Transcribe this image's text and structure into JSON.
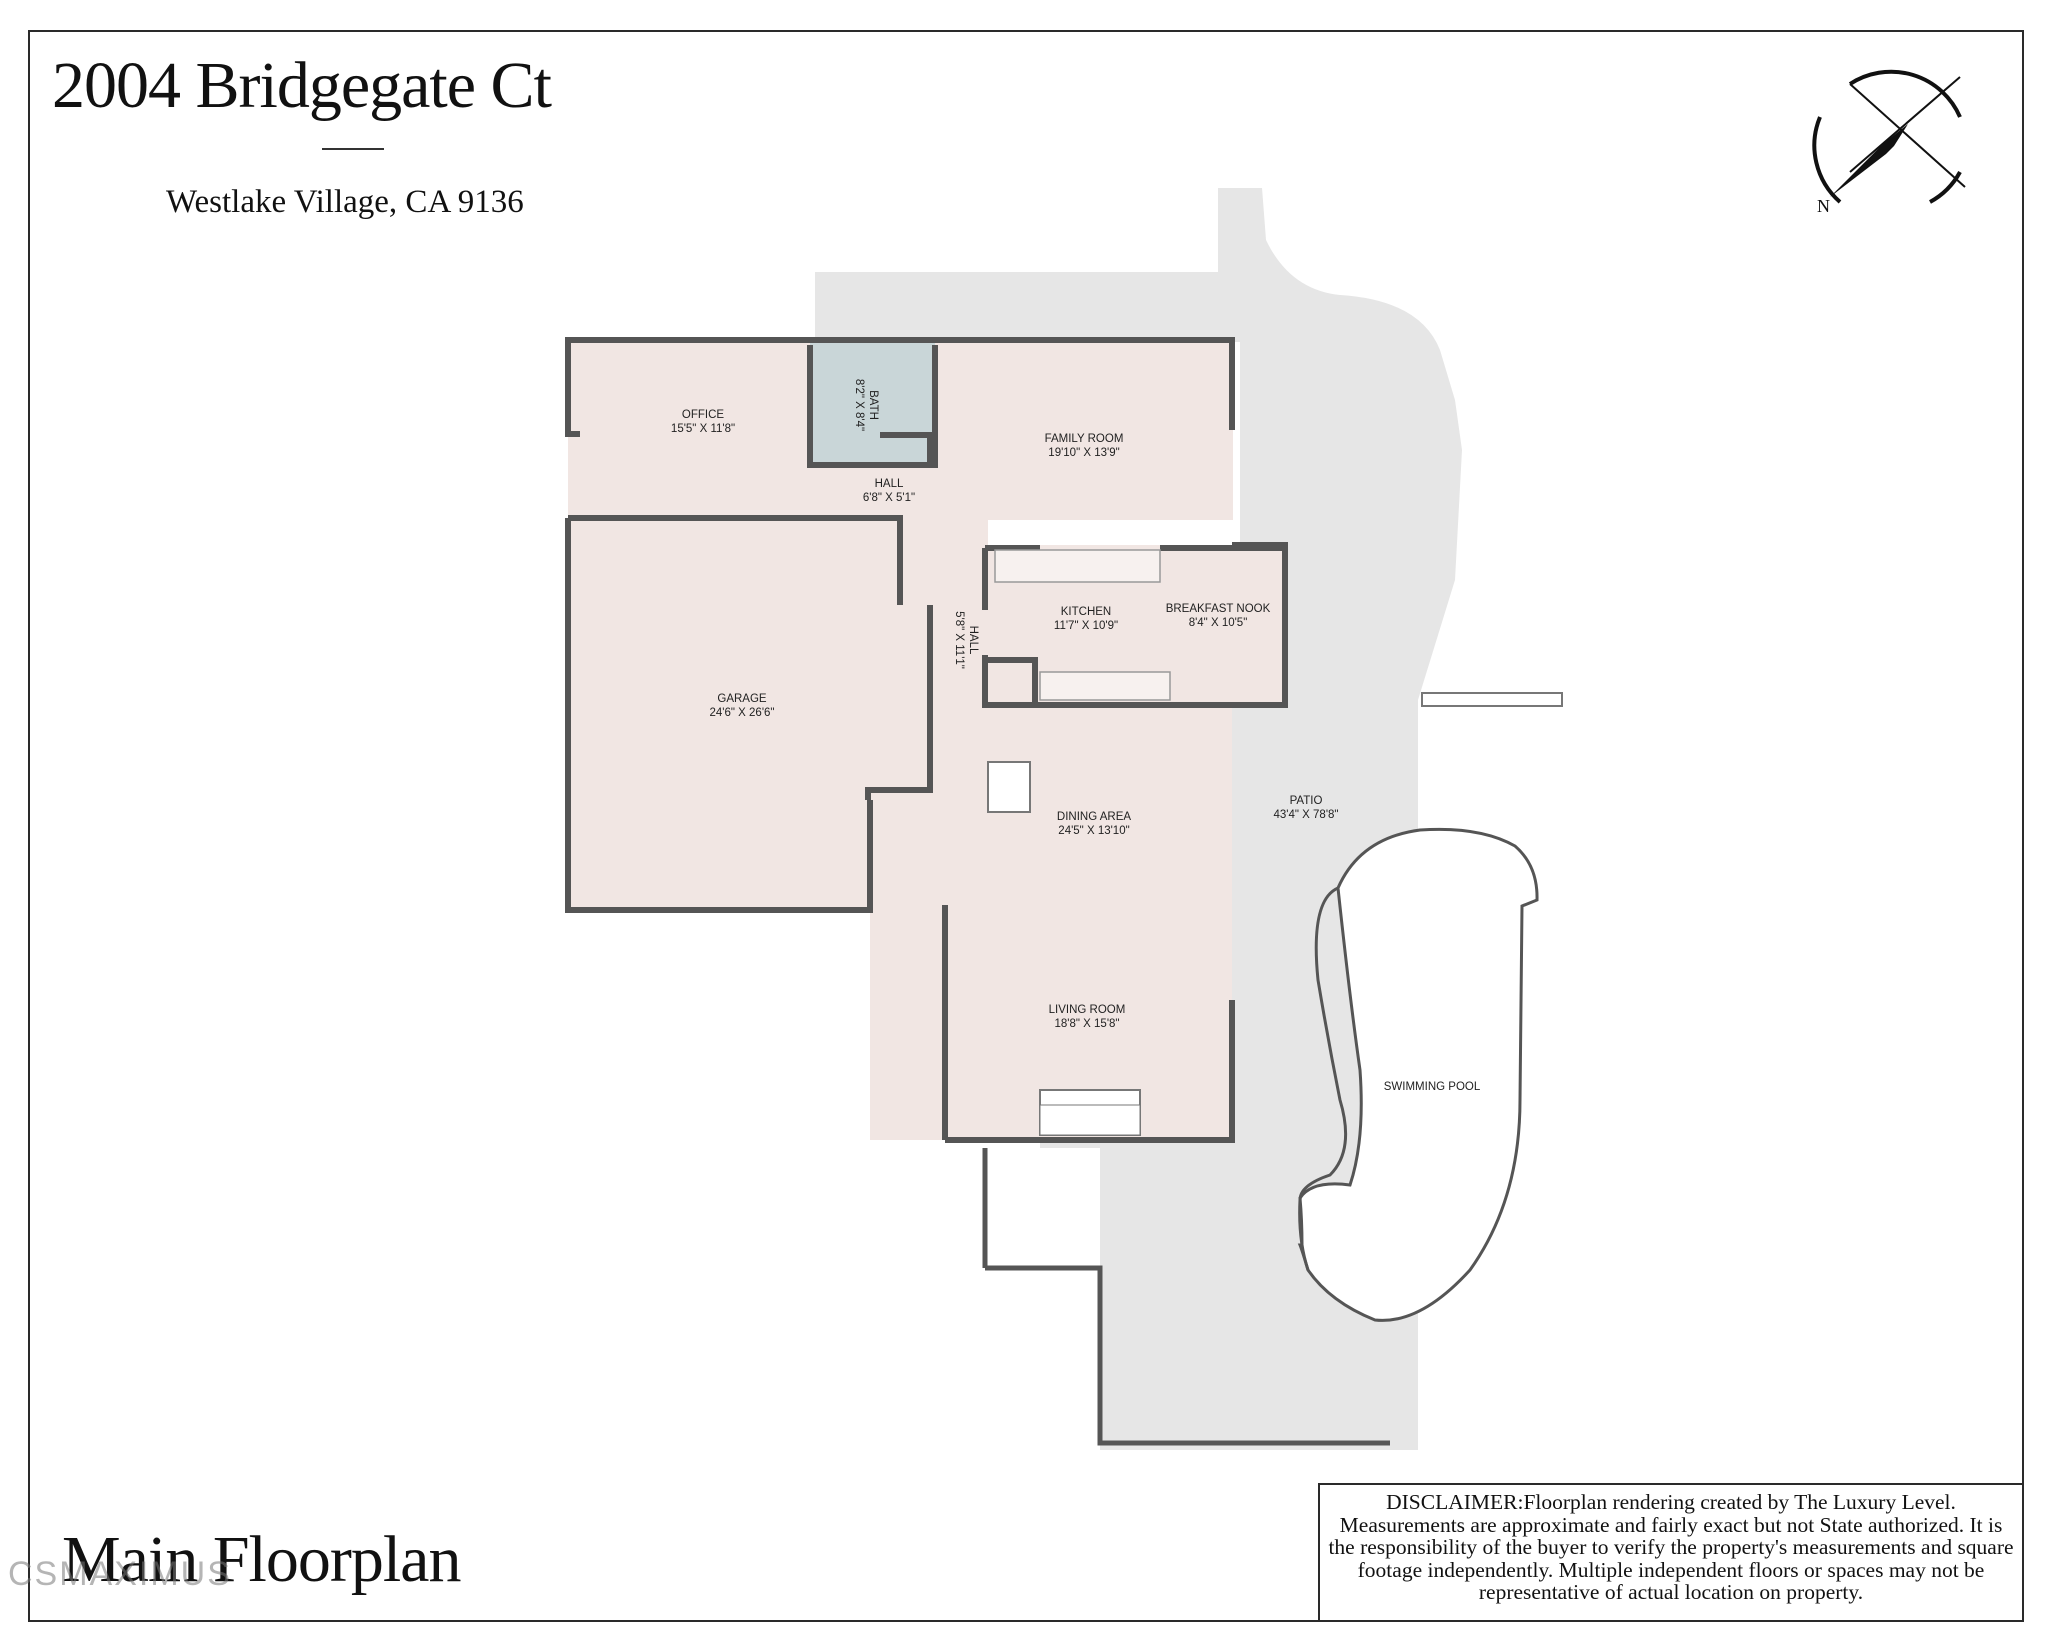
{
  "title": "2004 Bridgegate Ct",
  "subtitle": "Westlake Village, CA 9136",
  "plan_name": "Main Floorplan",
  "watermark": "CSMAXIMUS",
  "compass_label": "N",
  "disclaimer": "DISCLAIMER:Floorplan rendering created by The Luxury Level. Measurements are approximate and fairly exact but not State authorized. It is the responsibility of the buyer to verify the property's measurements and square footage independently.  Multiple independent floors or spaces may not be representative of actual location on property.",
  "rooms": {
    "office": {
      "name": "OFFICE",
      "dims": "15'5\" X 11'8\""
    },
    "bath": {
      "name": "BATH",
      "dims": "8'2\" X 8'4\""
    },
    "hall_upper": {
      "name": "HALL",
      "dims": "6'8\" X 5'1\""
    },
    "family_room": {
      "name": "FAMILY ROOM",
      "dims": "19'10\" X 13'9\""
    },
    "hall_side": {
      "name": "HALL",
      "dims": "5'8\" X 11'1\""
    },
    "kitchen": {
      "name": "KITCHEN",
      "dims": "11'7\" X 10'9\""
    },
    "breakfast_nook": {
      "name": "BREAKFAST NOOK",
      "dims": "8'4\" X 10'5\""
    },
    "garage": {
      "name": "GARAGE",
      "dims": "24'6\" X 26'6\""
    },
    "dining_area": {
      "name": "DINING AREA",
      "dims": "24'5\" X 13'10\""
    },
    "patio": {
      "name": "PATIO",
      "dims": "43'4\" X 78'8\""
    },
    "living_room": {
      "name": "LIVING ROOM",
      "dims": "18'8\" X 15'8\""
    },
    "swimming_pool": {
      "name": "SWIMMING POOL"
    }
  },
  "colors": {
    "interior_fill": "#f1e6e3",
    "bath_fill": "#c9d6d8",
    "patio_fill": "#e6e6e6",
    "wall": "#555555"
  }
}
